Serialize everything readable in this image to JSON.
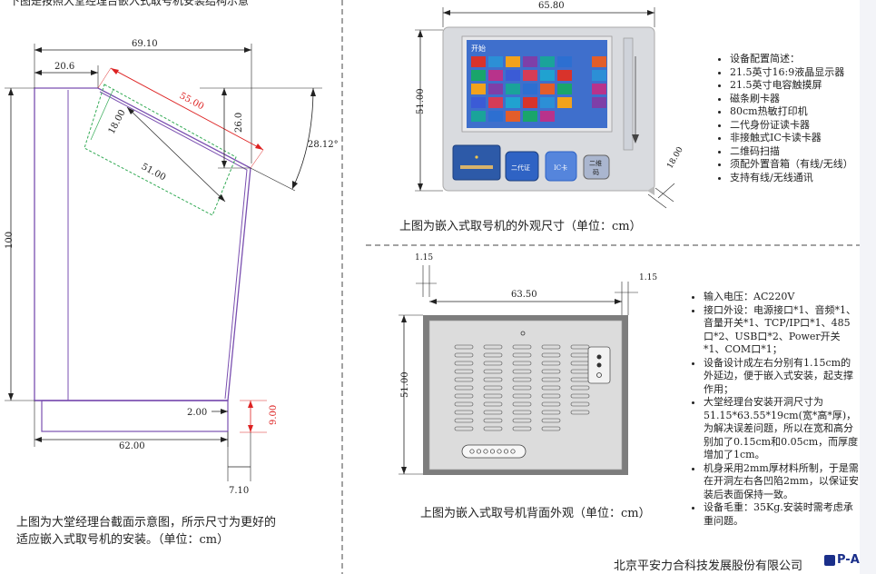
{
  "top_note": "下图是按照大堂经理台嵌入式取号机安装结构示意",
  "cross_section": {
    "dims": {
      "top_width": "69.10",
      "left_offset": "20.6",
      "slant_length": "55.00",
      "height_right": "26.0",
      "angle": "28.12°",
      "recess_depth": "18.00",
      "recess_width": "51.00",
      "total_height": "100",
      "base_width": "62.00",
      "foot_height": "2.00",
      "foot_step": "9.00",
      "bottom_offset": "7.10"
    },
    "caption": "上图为大堂经理台截面示意图，所示尺寸为更好的适应嵌入式取号机的安装。（单位：cm）"
  },
  "front_view": {
    "dims": {
      "width": "65.80",
      "height": "51.00",
      "depth": "18.00"
    },
    "screen": {
      "start_label": "开始",
      "tile_colors": [
        "#d9332b",
        "#2c8fd6",
        "#f2a21c",
        "#7e3fa8",
        "#1aa39a",
        "#2d6fd1",
        "#e35d2a",
        "#19a56b",
        "#b8338b",
        "#3b5bd6",
        "#d63c56",
        "#20a2d0"
      ]
    },
    "buttons": {
      "id_card": "二代证",
      "ic_card": "IC卡",
      "qr_line1": "二维",
      "qr_line2": "码"
    },
    "caption": "上图为嵌入式取号机的外观尺寸（单位：cm）",
    "specs": [
      "设备配置简述：",
      "21.5英寸16:9液晶显示器",
      "21.5英寸电容触摸屏",
      "磁条刷卡器",
      "80cm热敏打印机",
      "二代身份证读卡器",
      "非接触式IC卡读卡器",
      "二维码扫描",
      "须配外置音箱（有线/无线）",
      "支持有线/无线通讯"
    ]
  },
  "back_view": {
    "dims": {
      "left_margin": "1.15",
      "right_margin": "1.15",
      "width": "63.50",
      "height": "51.00"
    },
    "caption": "上图为嵌入式取号机背面外观（单位：cm）",
    "specs": [
      "输入电压：AC220V",
      "接口外设：电源接口*1、音频*1、音量开关*1、TCP/IP口*1、485口*2、USB口*2、Power开关*1、COM口*1；",
      "设备设计成左右分别有1.15cm的外延边，便于嵌入式安装，起支撑作用；",
      "大堂经理台安装开洞尺寸为51.15*63.55*19cm(宽*高*厚)，为解决误差问题，所以在宽和高分别加了0.15cm和0.05cm，而厚度增加了1cm。",
      "机身采用2mm厚材料所制，于是需在开洞左右各凹陷2mm，以保证安装后表面保持一致。",
      "设备毛重：35Kg.安装时需考虑承重问题。"
    ]
  },
  "footer": {
    "company": "北京平安力合科技发展股份有限公司",
    "logo_text": "P-AN"
  }
}
